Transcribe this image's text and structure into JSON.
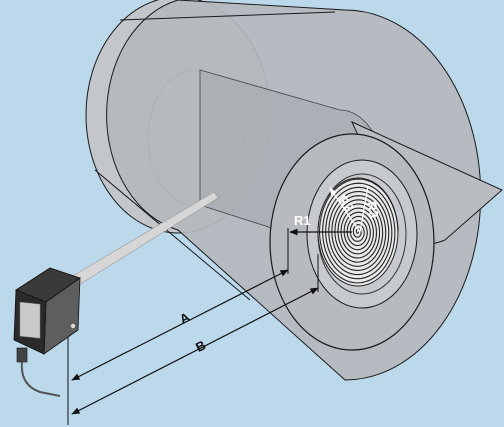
{
  "labels": {
    "a": "A",
    "b": "B",
    "r1": "R1",
    "r2": "R2",
    "r3": "R3"
  },
  "colors": {
    "background": "#bcd9ec",
    "roll_fill": "#b4b8bd",
    "roll_inner": "#a8acb1",
    "outline": "#1a1a1a",
    "core_dark": "#333333",
    "sensor_body": "#2a2a2a",
    "sensor_face": "#c9c9c9"
  }
}
